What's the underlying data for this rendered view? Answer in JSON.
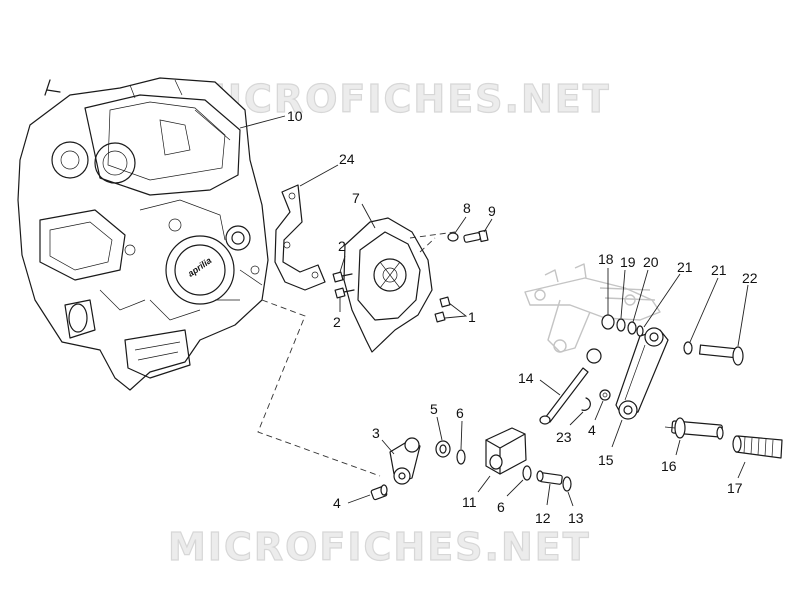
{
  "watermark": "MICROFICHES.NET",
  "engine_brand": "aprilia",
  "callouts": {
    "c1": "1",
    "c2a": "2",
    "c2b": "2",
    "c3": "3",
    "c4a": "4",
    "c4b": "4",
    "c5": "5",
    "c6a": "6",
    "c6b": "6",
    "c7": "7",
    "c8": "8",
    "c9": "9",
    "c10": "10",
    "c11": "11",
    "c12": "12",
    "c13": "13",
    "c14": "14",
    "c15": "15",
    "c16": "16",
    "c17": "17",
    "c18": "18",
    "c19": "19",
    "c20": "20",
    "c21a": "21",
    "c21b": "21",
    "c22": "22",
    "c23": "23",
    "c24": "24"
  }
}
